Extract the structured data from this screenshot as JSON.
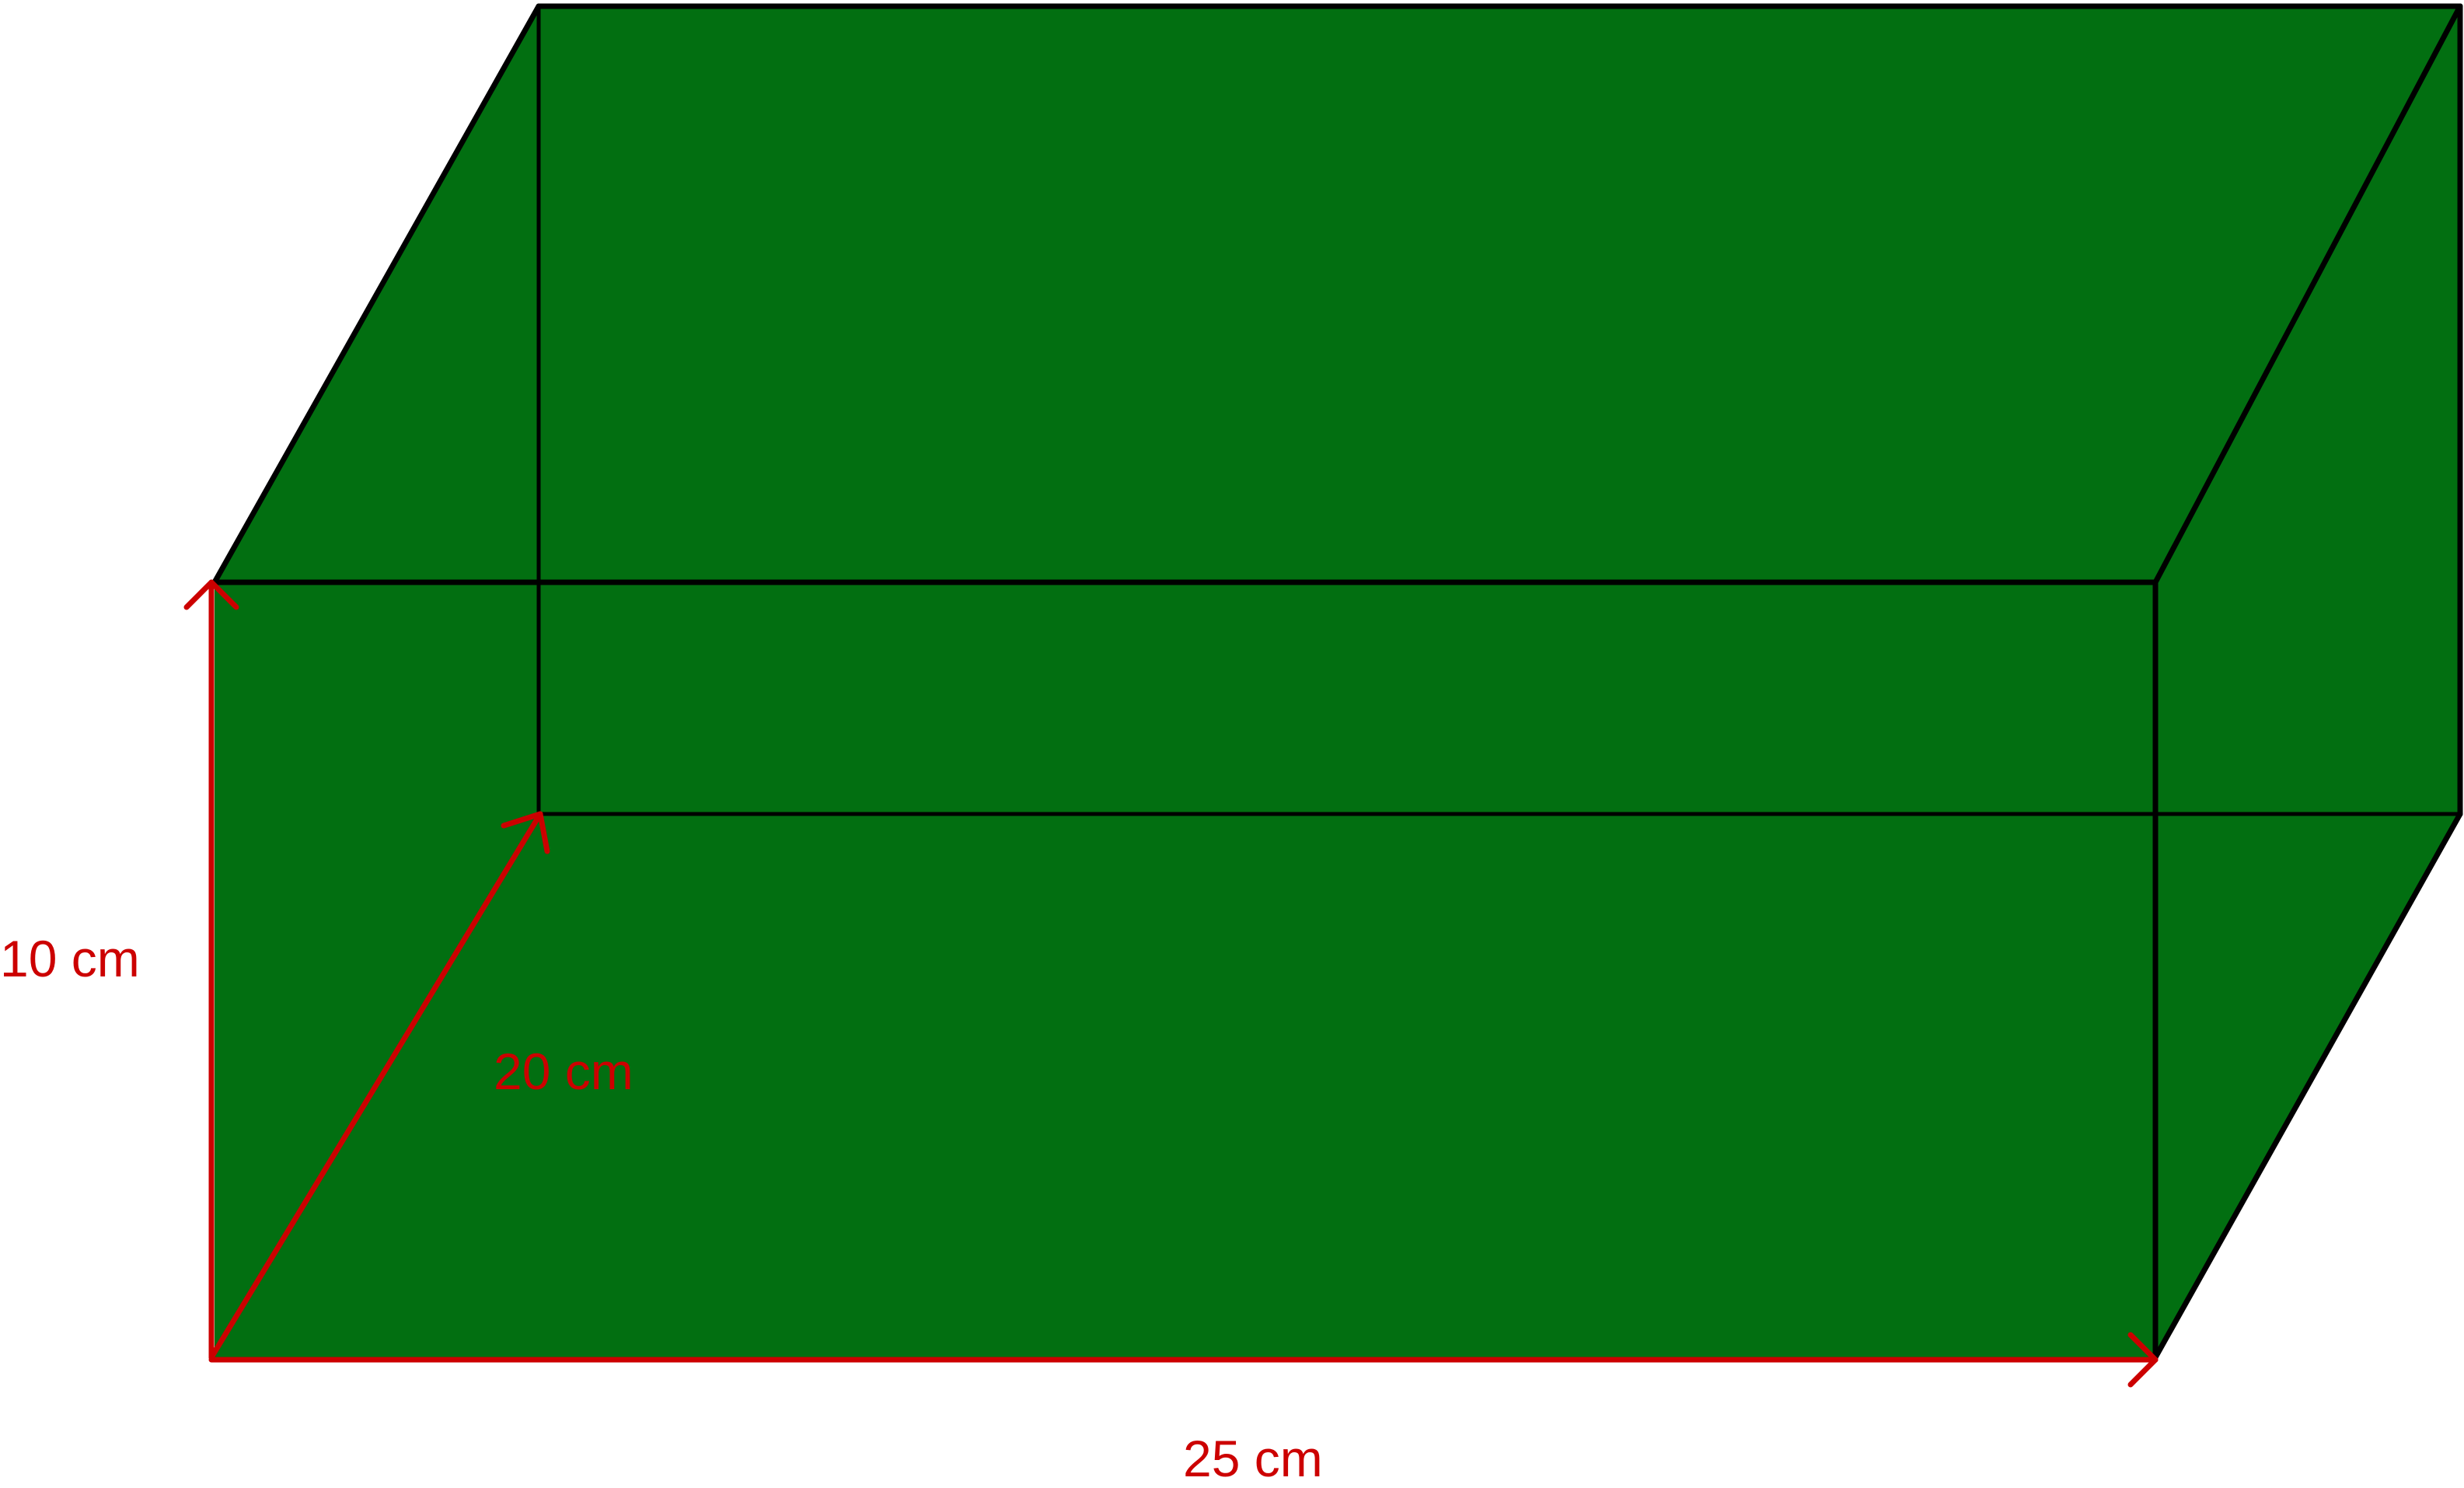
{
  "diagram": {
    "shape": "rectangular-prism",
    "colors": {
      "fill": "#026f11",
      "edge": "#000000",
      "dimension": "#cc0000",
      "background": "#ffffff"
    },
    "dimensions": {
      "height": {
        "label": "10 cm"
      },
      "depth": {
        "label": "20 cm"
      },
      "length": {
        "label": "25 cm"
      }
    }
  }
}
